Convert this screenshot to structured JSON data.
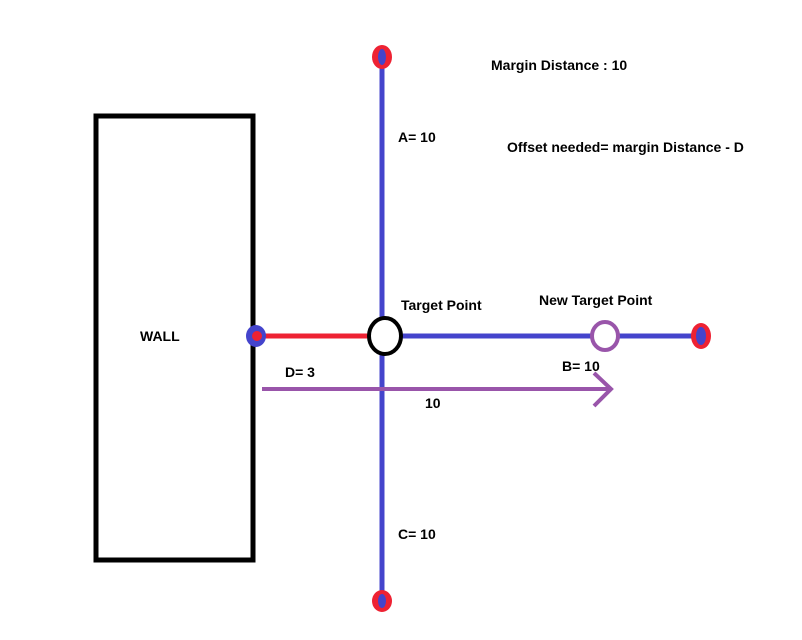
{
  "diagram": {
    "wall_label": "WALL",
    "target_point_label": "Target Point",
    "new_target_point_label": "New Target Point",
    "margin_distance_text": "Margin Distance : 10",
    "offset_formula_text": "Offset needed= margin Distance - D",
    "label_a": "A= 10",
    "label_b": "B= 10",
    "label_c": "C= 10",
    "label_d": "D= 3",
    "arrow_label": "10"
  },
  "colors": {
    "blue": "#4444cc",
    "red": "#ee2233",
    "purple": "#9955aa",
    "black": "#000000"
  }
}
